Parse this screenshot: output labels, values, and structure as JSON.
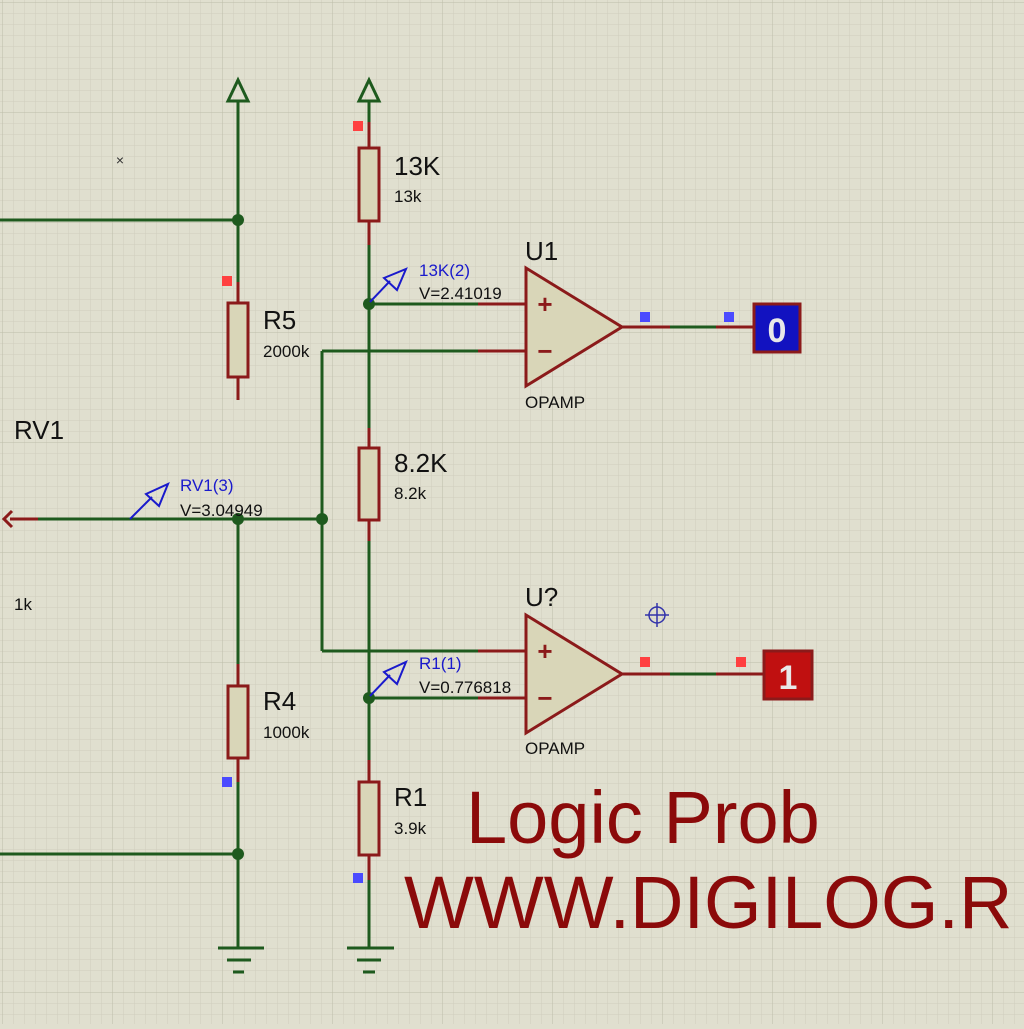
{
  "colors": {
    "background": "#e0dfcf",
    "grid_minor": "#cfcebd",
    "grid_major": "#c2c1ae",
    "wire": "#1e5a1e",
    "component": "#8b1a1a",
    "body_fill": "#d9d6b8",
    "probe_blue": "#1a1acc",
    "pin_red": "#ff4040",
    "pin_blue": "#4a4aff",
    "logic_low_fill": "#1212c0",
    "logic_high_fill": "#c01010",
    "title": "#8b0a0a"
  },
  "components": {
    "r_top": {
      "ref": "13K",
      "value": "13k"
    },
    "r5": {
      "ref": "R5",
      "value": "2000k"
    },
    "r_mid": {
      "ref": "8.2K",
      "value": "8.2k"
    },
    "r4": {
      "ref": "R4",
      "value": "1000k"
    },
    "r1": {
      "ref": "R1",
      "value": "3.9k"
    },
    "rv1": {
      "ref": "RV1",
      "value": "1k"
    },
    "u1": {
      "ref": "U1",
      "type": "OPAMP"
    },
    "u2": {
      "ref": "U?",
      "type": "OPAMP"
    }
  },
  "probes": {
    "p_13k": {
      "name": "13K(2)",
      "reading": "V=2.41019"
    },
    "p_rv1": {
      "name": "RV1(3)",
      "reading": "V=3.04949"
    },
    "p_r1": {
      "name": "R1(1)",
      "reading": "V=0.776818"
    }
  },
  "logic_probes": {
    "out1": {
      "state": "0"
    },
    "out2": {
      "state": "1"
    }
  },
  "opamp_pins": {
    "plus": "+",
    "minus": "−"
  },
  "markers": {
    "stray": "×"
  },
  "overlay": {
    "line1": "Logic Prob",
    "line2": "WWW.DIGILOG.R"
  }
}
